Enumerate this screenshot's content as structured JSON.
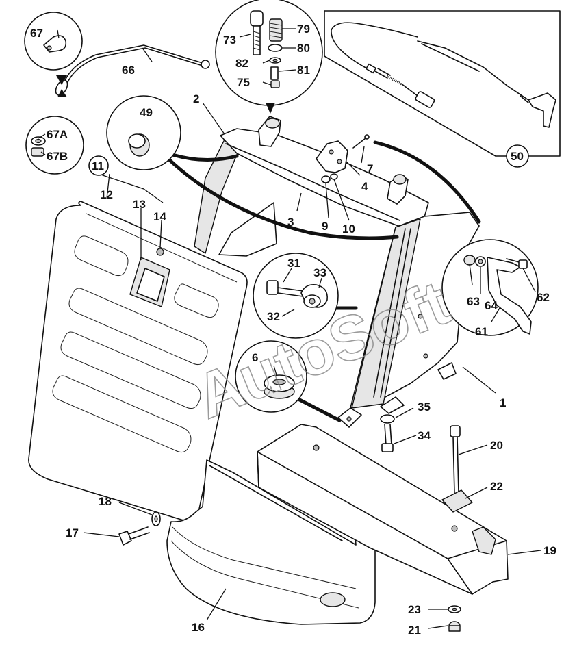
{
  "watermark": "AutoSoft",
  "labels": {
    "l1": "1",
    "l2": "2",
    "l3": "3",
    "l4": "4",
    "l6": "6",
    "l7": "7",
    "l9": "9",
    "l10": "10",
    "l11": "11",
    "l12": "12",
    "l13": "13",
    "l14": "14",
    "l16": "16",
    "l17": "17",
    "l18": "18",
    "l19": "19",
    "l20": "20",
    "l21": "21",
    "l22": "22",
    "l23": "23",
    "l31": "31",
    "l32": "32",
    "l33": "33",
    "l34": "34",
    "l35": "35",
    "l49": "49",
    "l50": "50",
    "l61": "61",
    "l62": "62",
    "l63": "63",
    "l64": "64",
    "l66": "66",
    "l67": "67",
    "l67a": "67A",
    "l67b": "67B",
    "l73": "73",
    "l75": "75",
    "l79": "79",
    "l80": "80",
    "l81": "81",
    "l82": "82"
  }
}
